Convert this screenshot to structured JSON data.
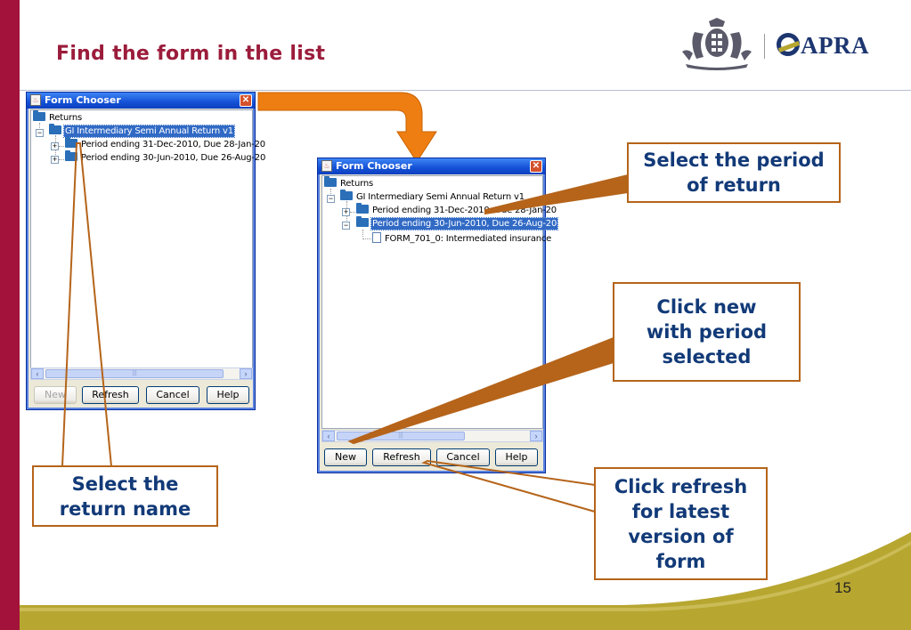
{
  "slide": {
    "title": "Find the form in the list",
    "page_number": "15"
  },
  "logo": {
    "brand_text": "APRA",
    "brand_color": "#1d3670",
    "accent_color": "#b7a630"
  },
  "dialog_left": {
    "title": "Form Chooser",
    "tree": {
      "root": "Returns",
      "return_name": "GI Intermediary Semi Annual Return v1",
      "periods": [
        "Period ending 31-Dec-2010, Due 28-Jan-20",
        "Period ending 30-Jun-2010, Due 26-Aug-20"
      ]
    },
    "buttons": {
      "new": "New",
      "refresh": "Refresh",
      "cancel": "Cancel",
      "help": "Help"
    }
  },
  "dialog_right": {
    "title": "Form Chooser",
    "tree": {
      "root": "Returns",
      "return_name": "GI Intermediary Semi Annual Return v1",
      "periods": [
        "Period ending 31-Dec-2010, Due 28-Jan-20",
        "Period ending 30-Jun-2010, Due 26-Aug-20"
      ],
      "form": "FORM_701_0: Intermediated insurance"
    },
    "buttons": {
      "new": "New",
      "refresh": "Refresh",
      "cancel": "Cancel",
      "help": "Help"
    }
  },
  "callouts": {
    "select_period": "Select the period of return",
    "click_new": "Click new with period selected",
    "select_return": "Select the return name",
    "click_refresh": "Click refresh for latest version of form"
  },
  "colors": {
    "accent_bar": "#a2123a",
    "title": "#9b1c3b",
    "callout_border": "#b5641a",
    "callout_text": "#123a78",
    "arrow": "#ee7e12",
    "band": "#b7a630",
    "selection": "#316ac5"
  }
}
